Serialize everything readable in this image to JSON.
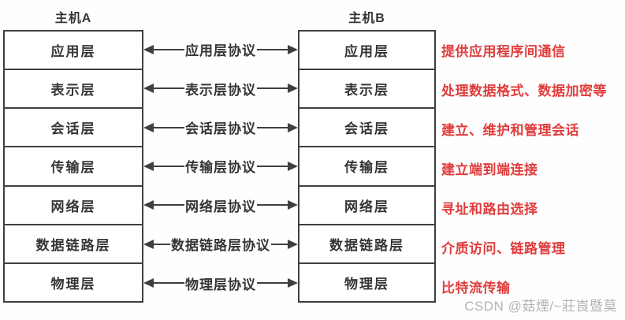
{
  "hosts": {
    "left": "主机A",
    "right": "主机B"
  },
  "layers": [
    {
      "name": "应用层",
      "protocol": "应用层协议",
      "function": "提供应用程序间通信"
    },
    {
      "name": "表示层",
      "protocol": "表示层协议",
      "function": "处理数据格式、数据加密等"
    },
    {
      "name": "会话层",
      "protocol": "会话层协议",
      "function": "建立、维护和管理会话"
    },
    {
      "name": "传输层",
      "protocol": "传输层协议",
      "function": "建立端到端连接"
    },
    {
      "name": "网络层",
      "protocol": "网络层协议",
      "function": "寻址和路由选择"
    },
    {
      "name": "数据链路层",
      "protocol": "数据链路层协议",
      "function": "介质访问、链路管理"
    },
    {
      "name": "物理层",
      "protocol": "物理层协议",
      "function": "比特流传输"
    }
  ],
  "watermark": "CSDN @菇煙/~莊崀暨莫",
  "colors": {
    "line": "#3f3f3f",
    "ink": "#353535",
    "red": "#e13c3c",
    "watermark_gray": "#b6b3b3"
  }
}
